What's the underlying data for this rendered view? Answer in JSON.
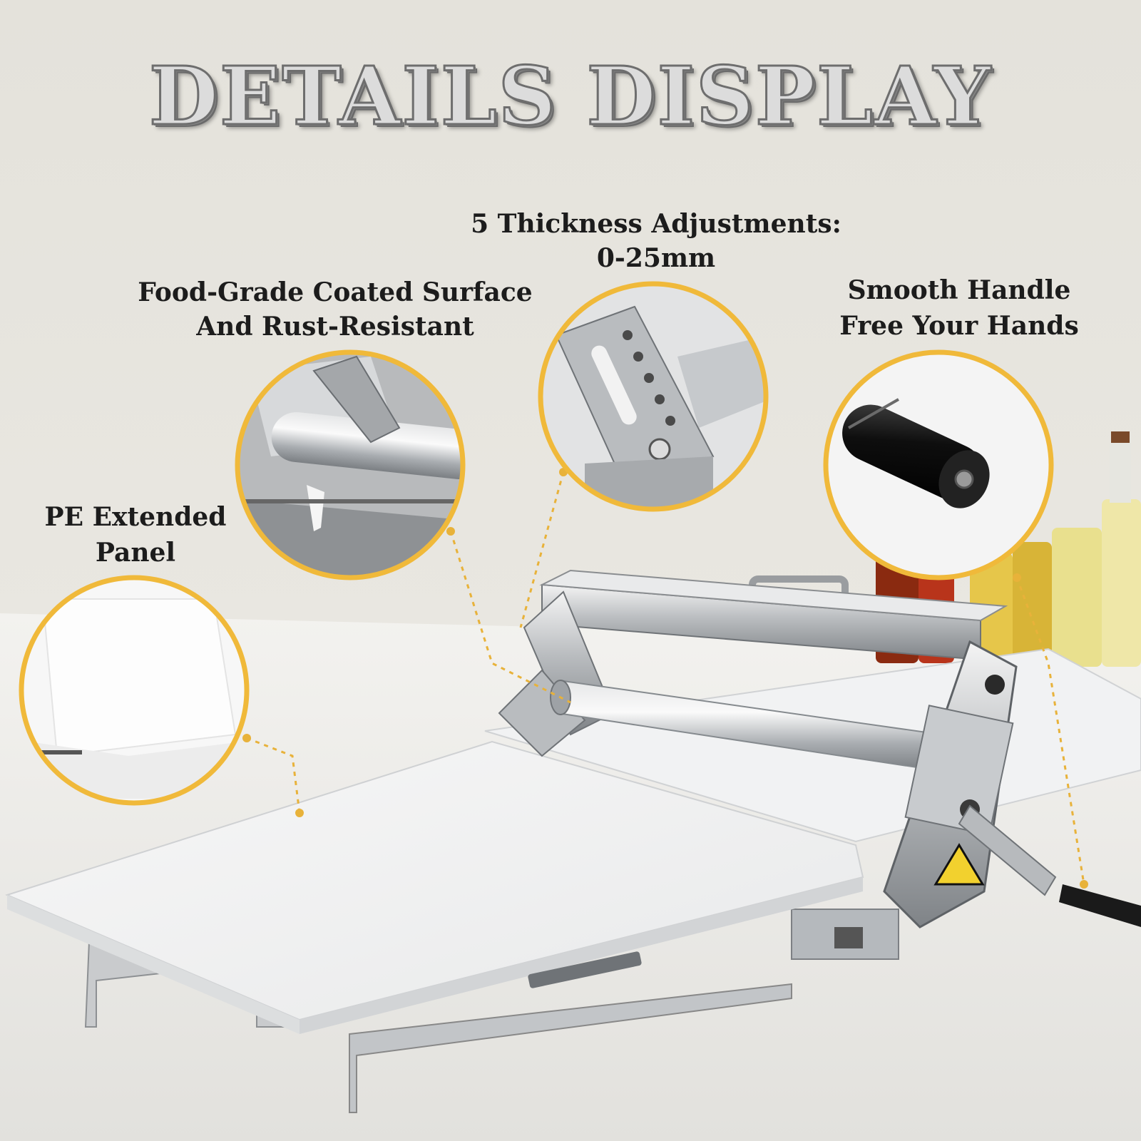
{
  "title": "DETAILS DISPLAY",
  "colors": {
    "background": "#e6e4dd",
    "callout_border": "#f0b93a",
    "leader_line": "#e8b23a",
    "text": "#1c1c1c"
  },
  "callouts": [
    {
      "lines": [
        "5 Thickness Adjustments:",
        "0-25mm"
      ]
    },
    {
      "lines": [
        "Food-Grade Coated Surface",
        "And Rust-Resistant"
      ]
    },
    {
      "lines": [
        "Smooth Handle",
        "Free Your Hands"
      ]
    },
    {
      "lines": [
        "PE Extended",
        "Panel"
      ]
    }
  ]
}
